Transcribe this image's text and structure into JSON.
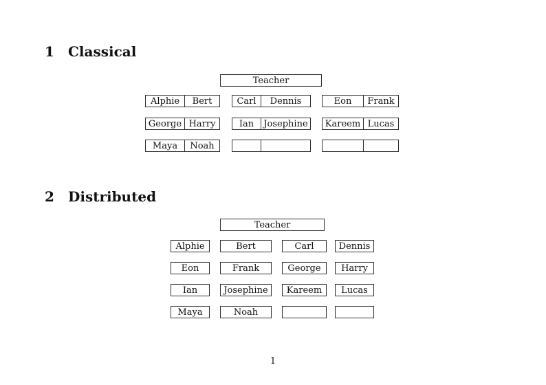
{
  "document": {
    "page_number": "1"
  },
  "sections": [
    {
      "number": "1",
      "title": "Classical",
      "teacher_label": "Teacher",
      "desk_rows": [
        [
          [
            "Alphie",
            "Bert"
          ],
          [
            "Carl",
            "Dennis"
          ],
          [
            "Eon",
            "Frank"
          ]
        ],
        [
          [
            "George",
            "Harry"
          ],
          [
            "Ian",
            "Josephine"
          ],
          [
            "Kareem",
            "Lucas"
          ]
        ],
        [
          [
            "Maya",
            "Noah"
          ],
          [
            "",
            ""
          ],
          [
            "",
            ""
          ]
        ]
      ]
    },
    {
      "number": "2",
      "title": "Distributed",
      "teacher_label": "Teacher",
      "desk_rows": [
        [
          "Alphie",
          "Bert",
          "Carl",
          "Dennis"
        ],
        [
          "Eon",
          "Frank",
          "George",
          "Harry"
        ],
        [
          "Ian",
          "Josephine",
          "Kareem",
          "Lucas"
        ],
        [
          "Maya",
          "Noah",
          "",
          ""
        ]
      ]
    }
  ]
}
